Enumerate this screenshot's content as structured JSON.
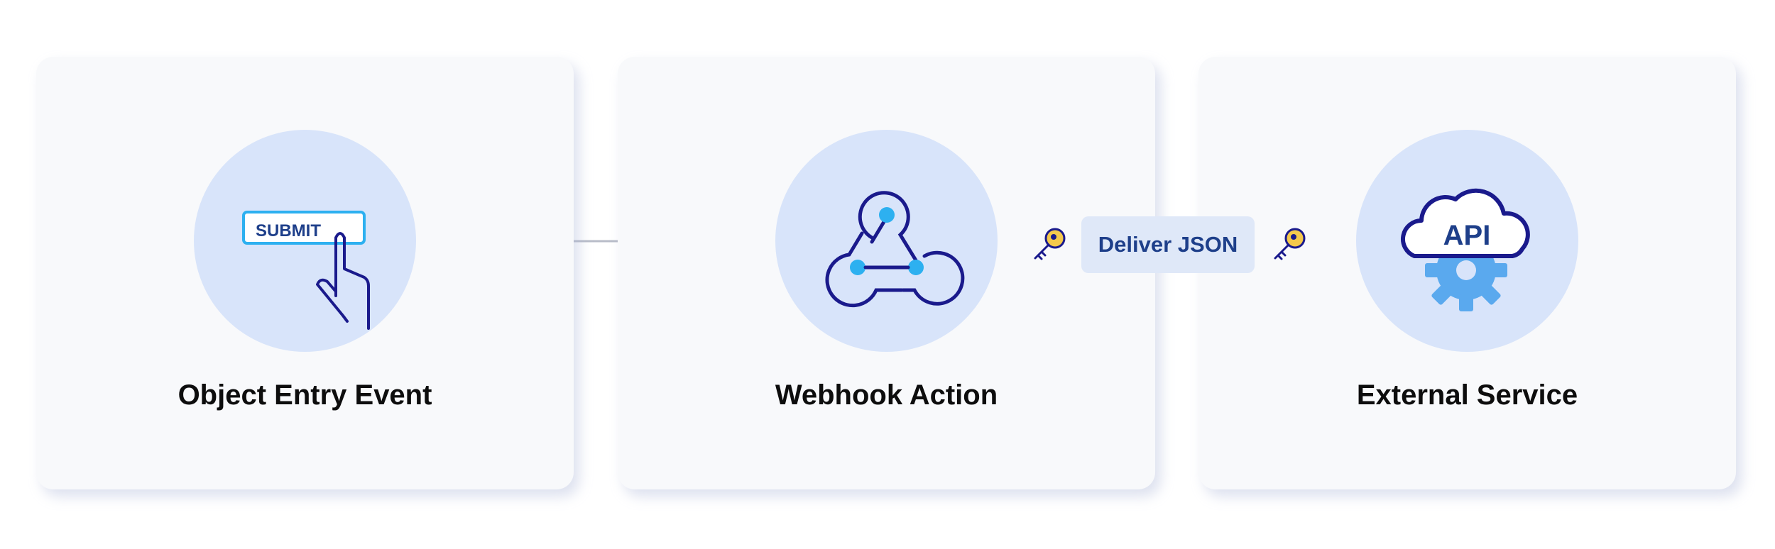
{
  "cards": [
    {
      "label": "Object Entry Event",
      "icon": "submit-button-icon"
    },
    {
      "label": "Webhook Action",
      "icon": "webhook-icon"
    },
    {
      "label": "External Service",
      "icon": "api-cloud-gear-icon"
    }
  ],
  "submit_icon_text": "SUBMIT",
  "api_icon_text": "API",
  "connector_label": "Deliver JSON",
  "colors": {
    "card_bg": "#f8f9fb",
    "circle_bg": "#d8e4fa",
    "icon_dark": "#1a1a8c",
    "icon_accent": "#2db0f0",
    "arrow": "#b8bcc8",
    "key": "#f5c94c"
  }
}
